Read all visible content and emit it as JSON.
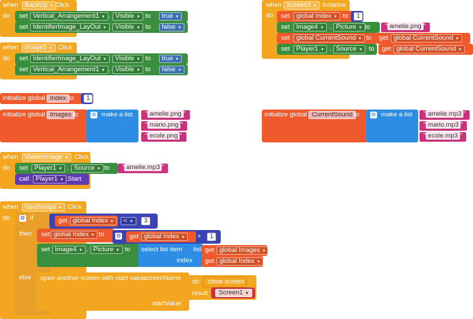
{
  "kw": {
    "when": "when",
    "do": "do",
    "set": "set",
    "to": "to",
    "call": "call",
    "get": "get",
    "if": "if",
    "then": "then",
    "else": "else",
    "init_global": "initialize global",
    "make_list": "make a list",
    "select_list_item": "select list item",
    "list": "list",
    "index": "index",
    "open_screen": "open another screen with start value",
    "screenName": "screenName",
    "startValue": "startValue",
    "result": "result",
    "close_screen": "close screen",
    "click": ".Click",
    "initialize": ".Initialize",
    "start": ".Start",
    "dot": "."
  },
  "backup": {
    "component": "BackUp",
    "rows": [
      {
        "target": "Vertical_Arrangement1",
        "prop": "Visible",
        "value": "true"
      },
      {
        "target": "IdentifierImage_LayOut",
        "prop": "Visible",
        "value": "false"
      }
    ]
  },
  "image1": {
    "component": "Image1",
    "rows": [
      {
        "target": "IdentifierImage_LayOut",
        "prop": "Visible",
        "value": "true"
      },
      {
        "target": "Vertical_Arrangement1",
        "prop": "Visible",
        "value": "false"
      }
    ]
  },
  "screen3": {
    "component": "Screen3",
    "index_var": "global Index",
    "index_value": "1",
    "image_target": "Image4",
    "image_prop": "Picture",
    "image_value": "amelie.png",
    "sound_var": "global CurrentSound",
    "sound_get": "global CurrentSound",
    "player_target": "Player1",
    "player_prop": "Source",
    "player_get": "global CurrentSound"
  },
  "init_index": {
    "name": "Index",
    "value": "1"
  },
  "init_images": {
    "name": "Images",
    "items": [
      "amelie.png",
      "mario.png",
      "ecole.png"
    ]
  },
  "init_sound": {
    "name": "CurrentSound",
    "items": [
      "amelie.mp3",
      "mario.mp3",
      "ecole.mp3"
    ]
  },
  "valider": {
    "component": "ValiderImage",
    "target": "Player1",
    "prop": "Source",
    "value": "amelie.mp3",
    "call_target": "Player1"
  },
  "nextimage": {
    "component": "NextImage",
    "if_get": "global Index",
    "op": "<",
    "limit": "3",
    "set_var": "global Index",
    "add_get": "global Index",
    "plus": "+",
    "add_value": "1",
    "img_target": "Image4",
    "img_prop": "Picture",
    "list_get": "global Images",
    "index_get": "global Index",
    "screen_result": "Screen1"
  }
}
